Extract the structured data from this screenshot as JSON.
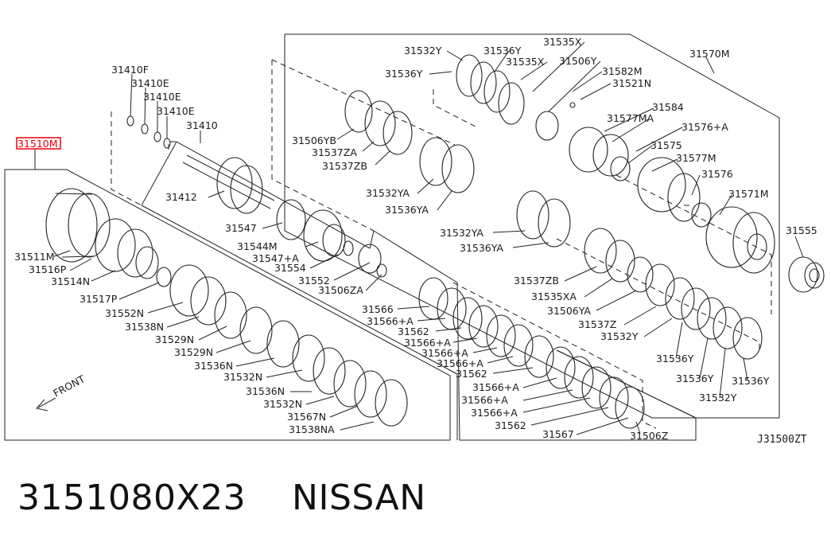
{
  "highlight_color": "#e8000b",
  "highlighted_part": "31510M",
  "diagram_ref": "J31500ZT",
  "front_label": "FRONT",
  "footer": {
    "part_number": "3151080X23",
    "brand": "NISSAN"
  },
  "labels": {
    "p31510M": "31510M",
    "p31410F": "31410F",
    "p31410E_a": "31410E",
    "p31410E_b": "31410E",
    "p31410E_c": "31410E",
    "p31410": "31410",
    "p31412": "31412",
    "p31547": "31547",
    "p31544M": "31544M",
    "p31547A": "31547+A",
    "p31554": "31554",
    "p31552": "31552",
    "p31506ZA": "31506ZA",
    "p31511M": "31511M",
    "p31516P": "31516P",
    "p31514N": "31514N",
    "p31517P": "31517P",
    "p31552N": "31552N",
    "p31538N": "31538N",
    "p31529N_a": "31529N",
    "p31529N_b": "31529N",
    "p31536N_a": "31536N",
    "p31532N_a": "31532N",
    "p31536N_b": "31536N",
    "p31532N_b": "31532N",
    "p31567N": "31567N",
    "p31538NA": "31538NA",
    "p31532Y_a": "31532Y",
    "p31536Y_a": "31536Y",
    "p31535X_a": "31535X",
    "p31535X_b": "31535X",
    "p31536Y_b": "31536Y",
    "p31506Y": "31506Y",
    "p31582M": "31582M",
    "p31521N": "31521N",
    "p31570M": "31570M",
    "p31584": "31584",
    "p31577MA": "31577MA",
    "p31576A": "31576+A",
    "p31575": "31575",
    "p31577M": "31577M",
    "p31576": "31576",
    "p31571M": "31571M",
    "p31555": "31555",
    "p31506YB": "31506YB",
    "p31537ZA": "31537ZA",
    "p31537ZB_a": "31537ZB",
    "p31532YA_a": "31532YA",
    "p31536YA_a": "31536YA",
    "p31532YA_b": "31532YA",
    "p31536YA_b": "31536YA",
    "p31537ZB_b": "31537ZB",
    "p31535XA": "31535XA",
    "p31506YA": "31506YA",
    "p31537Z": "31537Z",
    "p31532Y_b": "31532Y",
    "p31536Y_c": "31536Y",
    "p31536Y_d": "31536Y",
    "p31536Y_e": "31536Y",
    "p31532Y_c": "31532Y",
    "p31566": "31566",
    "p31566A_a": "31566+A",
    "p31562_a": "31562",
    "p31566A_b": "31566+A",
    "p31566A_c": "31566+A",
    "p31566A_d": "31566+A",
    "p31562_b": "31562",
    "p31566A_e": "31566+A",
    "p31566A_f": "31566+A",
    "p31566A_g": "31566+A",
    "p31562_c": "31562",
    "p31567": "31567",
    "p31506Z": "31506Z"
  }
}
